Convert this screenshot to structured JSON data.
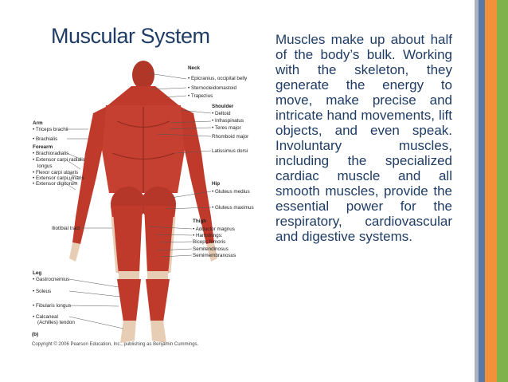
{
  "slide": {
    "title": "Muscular System",
    "body": "Muscles make up about half of the body’s bulk. Working with the skeleton, they generate the energy to move, make precise and intricate hand movements, lift objects, and even speak. Involuntary muscles, including the specialized cardiac muscle and all smooth muscles, provide the essential power for the respiratory, cardiovascular and digestive systems."
  },
  "figure": {
    "labels": {
      "neck": "Neck",
      "neck1": "• Epicranius, occipital belly",
      "neck2": "• Sternocleidomastoid",
      "neck3": "• Trapezius",
      "shoulder": "Shoulder",
      "sh1": "• Deltoid",
      "sh2": "• Infraspinatus",
      "sh3": "• Teres major",
      "rhomboid": "Rhomboid major",
      "latissimus": "Latissimus dorsi",
      "arm": "Arm",
      "arm1": "• Triceps brachii",
      "arm2": "• Brachialis",
      "forearm": "Forearm",
      "fa1": "• Brachioradialis",
      "fa2": "• Extensor carpi radialis",
      "fa2b": "longus",
      "fa3": "• Flexor carpi ulnaris",
      "fa4": "• Extensor carpi ulnaris",
      "fa5": "• Extensor digitorum",
      "hip": "Hip",
      "hip1": "• Gluteus medius",
      "hip2": "• Gluteus maximus",
      "iliotibial": "Iliotibial tract",
      "thigh": "Thigh",
      "th1": "• Adductor magnus",
      "th2": "• Hamstrings:",
      "th3": "Biceps femoris",
      "th4": "Semitendinosus",
      "th5": "Semimembranosus",
      "leg": "Leg",
      "leg1": "• Gastrocnemius",
      "leg2": "• Soleus",
      "leg3": "• Fibularis longus",
      "leg4": "• Calcaneal",
      "leg4b": "(Achilles) tendon"
    },
    "tag": "(b)",
    "copyright": "Copyright © 2006 Pearson Education, Inc., publishing as Benjamin Cummings."
  },
  "colors": {
    "text": "#1f3c64",
    "stripe_gray": "#a9b4bf",
    "stripe_blue": "#5b79a8",
    "stripe_orange": "#f2913a",
    "stripe_green": "#7fb24a",
    "muscle": "#c03a2b",
    "tendon": "#e8cdb5"
  }
}
